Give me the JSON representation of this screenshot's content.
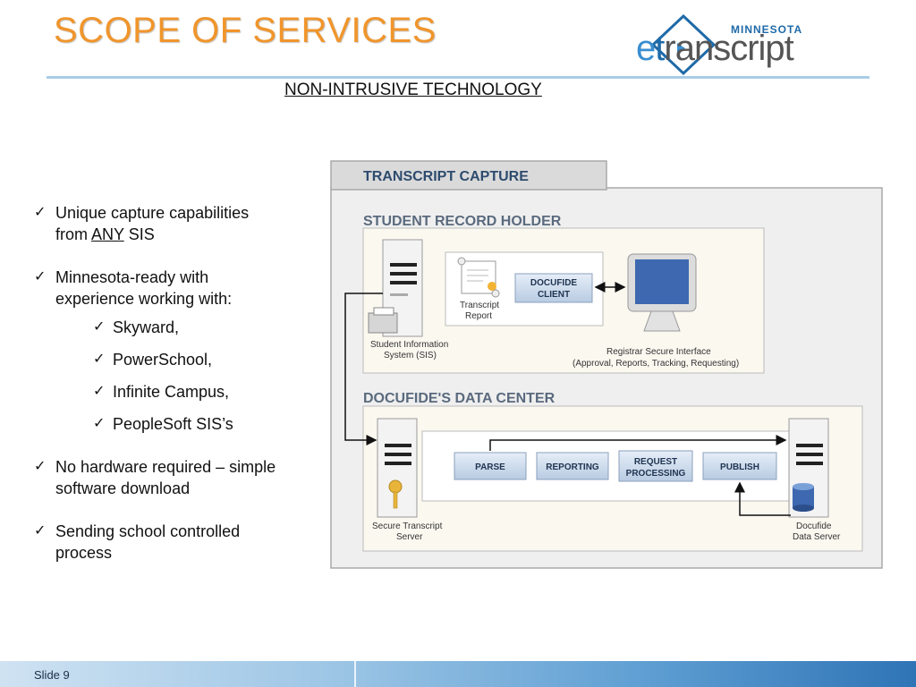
{
  "header": {
    "title": "SCOPE OF SERVICES",
    "subtitle": "NON-INTRUSIVE TECHNOLOGY",
    "logo": {
      "state": "MINNESOTA",
      "word_e": "e",
      "word_t": "t",
      "word_rest": "ranscript"
    }
  },
  "bullets": [
    {
      "line1": "Unique capture capabilities",
      "line2_pre": "from ",
      "line2_em": "ANY",
      "line2_post": " SIS"
    },
    {
      "line1": "Minnesota-ready with",
      "line2": "experience working with:",
      "sub": [
        "Skyward,",
        "PowerSchool,",
        "Infinite Campus,",
        "PeopleSoft SIS’s"
      ]
    },
    {
      "line1": "No hardware required – simple",
      "line2": "software download"
    },
    {
      "line1": "Sending school controlled",
      "line2": "process"
    }
  ],
  "diagram": {
    "tab_title": "TRANSCRIPT CAPTURE",
    "section1": {
      "title": "STUDENT RECORD HOLDER",
      "sis_label_1": "Student Information",
      "sis_label_2": "System (SIS)",
      "report_label_1": "Transcript",
      "report_label_2": "Report",
      "client_1": "DOCUFIDE",
      "client_2": "CLIENT",
      "registrar_1": "Registrar Secure Interface",
      "registrar_2": "(Approval, Reports, Tracking, Requesting)"
    },
    "section2": {
      "title": "DOCUFIDE'S DATA CENTER",
      "steps": [
        "PARSE",
        "REPORTING",
        "REQUEST",
        "PROCESSING",
        "PUBLISH"
      ],
      "server_left_1": "Secure Transcript",
      "server_left_2": "Server",
      "server_right_1": "Docufide",
      "server_right_2": "Data Server"
    }
  },
  "footer": {
    "slide_label": "Slide 9"
  },
  "colors": {
    "title": "#f0952c",
    "rule": "#a9cde8",
    "brand": "#1f6aa8",
    "diagram_text": "#5a6a7e"
  }
}
